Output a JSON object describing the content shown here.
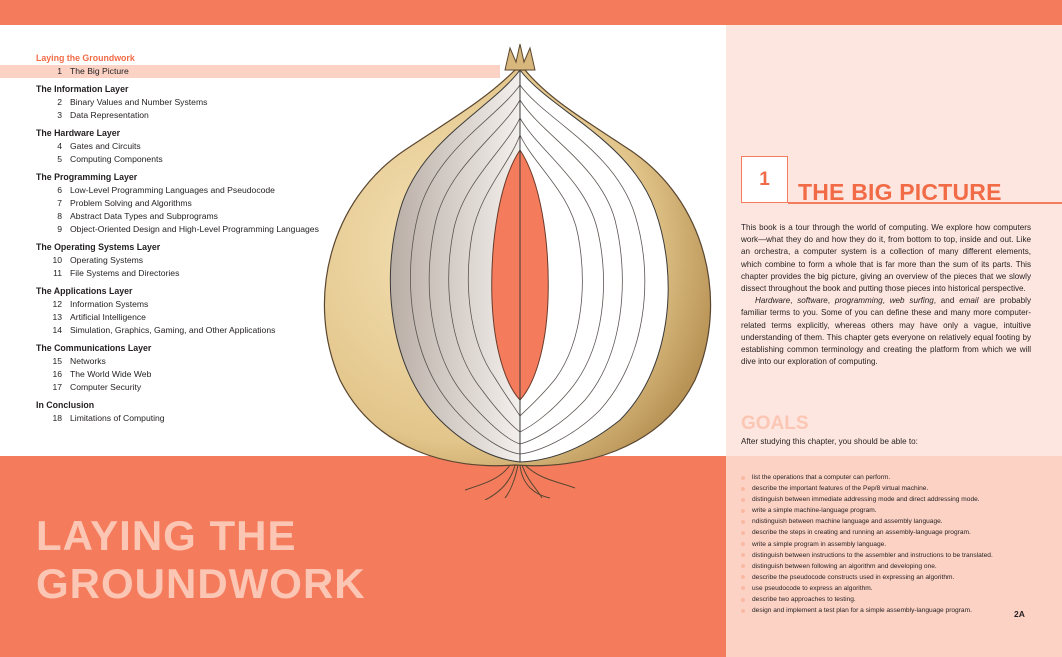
{
  "toc": {
    "parts": [
      {
        "title": "Laying the Groundwork",
        "chapters": [
          {
            "num": "1",
            "title": "The Big Picture"
          }
        ]
      },
      {
        "title": "The Information Layer",
        "chapters": [
          {
            "num": "2",
            "title": "Binary Values and Number Systems"
          },
          {
            "num": "3",
            "title": "Data Representation"
          }
        ]
      },
      {
        "title": "The Hardware Layer",
        "chapters": [
          {
            "num": "4",
            "title": "Gates and Circuits"
          },
          {
            "num": "5",
            "title": "Computing Components"
          }
        ]
      },
      {
        "title": "The Programming Layer",
        "chapters": [
          {
            "num": "6",
            "title": "Low-Level Programming Languages and Pseudocode"
          },
          {
            "num": "7",
            "title": "Problem Solving and Algorithms"
          },
          {
            "num": "8",
            "title": "Abstract Data Types and Subprograms"
          },
          {
            "num": "9",
            "title": "Object-Oriented Design and High-Level Programming Languages"
          }
        ]
      },
      {
        "title": "The Operating Systems Layer",
        "chapters": [
          {
            "num": "10",
            "title": "Operating Systems"
          },
          {
            "num": "11",
            "title": "File Systems and Directories"
          }
        ]
      },
      {
        "title": "The Applications Layer",
        "chapters": [
          {
            "num": "12",
            "title": "Information Systems"
          },
          {
            "num": "13",
            "title": "Artificial Intelligence"
          },
          {
            "num": "14",
            "title": "Simulation, Graphics, Gaming, and Other Applications"
          }
        ]
      },
      {
        "title": "The Communications Layer",
        "chapters": [
          {
            "num": "15",
            "title": "Networks"
          },
          {
            "num": "16",
            "title": "The World Wide Web"
          },
          {
            "num": "17",
            "title": "Computer Security"
          }
        ]
      },
      {
        "title": "In Conclusion",
        "chapters": [
          {
            "num": "18",
            "title": "Limitations of Computing"
          }
        ]
      }
    ]
  },
  "part_title": {
    "line1": "LAYING THE",
    "line2": "GROUNDWORK"
  },
  "chapter": {
    "number": "1",
    "title": "THE BIG PICTURE",
    "paragraph1": "This book is a tour through the world of computing. We explore how computers work—what they do and how they do it, from bottom to top, inside and out. Like an orchestra, a computer system is a collection of many different elements, which combine to form a whole that is far more than the sum of its parts. This chapter provides the big picture, giving an overview of the pieces that we slowly dissect throughout the book and putting those pieces into historical perspective.",
    "paragraph2": {
      "terms": [
        "Hardware",
        "software",
        "programming",
        "web surfing",
        "email"
      ],
      "rest": " are probably familiar terms to you. Some of you can define these and many more computer-related terms explicitly, whereas others may have only a vague, intuitive understanding of them. This chapter gets everyone on relatively equal footing by establishing common terminology and creating the platform from which we will dive into our exploration of computing."
    }
  },
  "goals": {
    "title": "GOALS",
    "intro": "After studying this chapter, you should be able to:",
    "items": [
      "list the operations that a computer can perform.",
      "describe the important features of the Pep/8 virtual machine.",
      "distinguish between immediate addressing mode and direct addressing mode.",
      "write a simple machine-language program.",
      "ndistinguish between machine language and assembly language.",
      "describe the steps in creating and running an assembly-language program.",
      "write a simple program in assembly language.",
      "distinguish between instructions to the assembler and instructions to be translated.",
      "distinguish between following an algorithm and developing one.",
      "describe the pseudocode constructs used in expressing an algorithm.",
      "use pseudocode to express an algorithm.",
      "describe two approaches to testing.",
      "design and implement a test plan for a simple assembly-language program."
    ]
  },
  "page_number": "2A",
  "colors": {
    "accent": "#f47c5d",
    "accent_text": "#f26b47",
    "panel": "#fde6df",
    "panel_dark": "#fbd2c4",
    "title_light": "#fcc6b4"
  }
}
